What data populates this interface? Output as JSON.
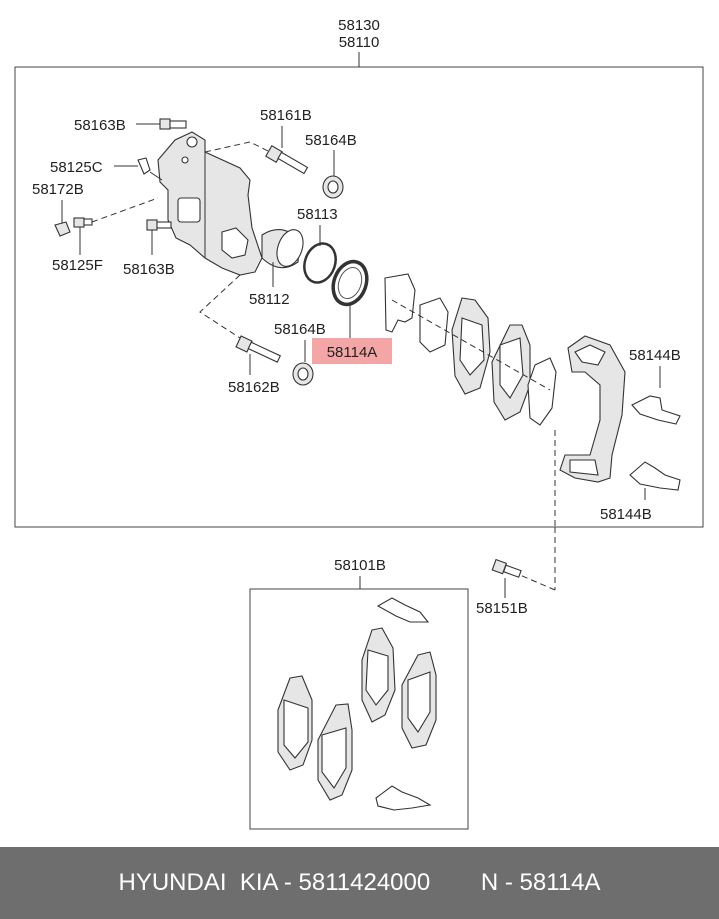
{
  "labels": {
    "assembly_top": "58130",
    "assembly_bottom": "58110",
    "bolt_top_left": "58163B",
    "guide_pin_upper": "58161B",
    "boot_upper": "58164B",
    "bleeder_cap": "58125C",
    "bleeder_screw": "58172B",
    "bleeder_plug": "58125F",
    "bolt_lower_left": "58163B",
    "piston_seal": "58113",
    "piston": "58112",
    "boot_lower": "58164B",
    "piston_boot": "58114A",
    "guide_pin_lower": "58162B",
    "clip_upper": "58144B",
    "clip_lower": "58144B",
    "pad_kit": "58101B",
    "carrier_bolt": "58151B"
  },
  "highlight": {
    "color": "#f4a6a6"
  },
  "footer": {
    "brand": "HYUNDAI  KIA - 5811424000",
    "code": "N - 58114A"
  }
}
